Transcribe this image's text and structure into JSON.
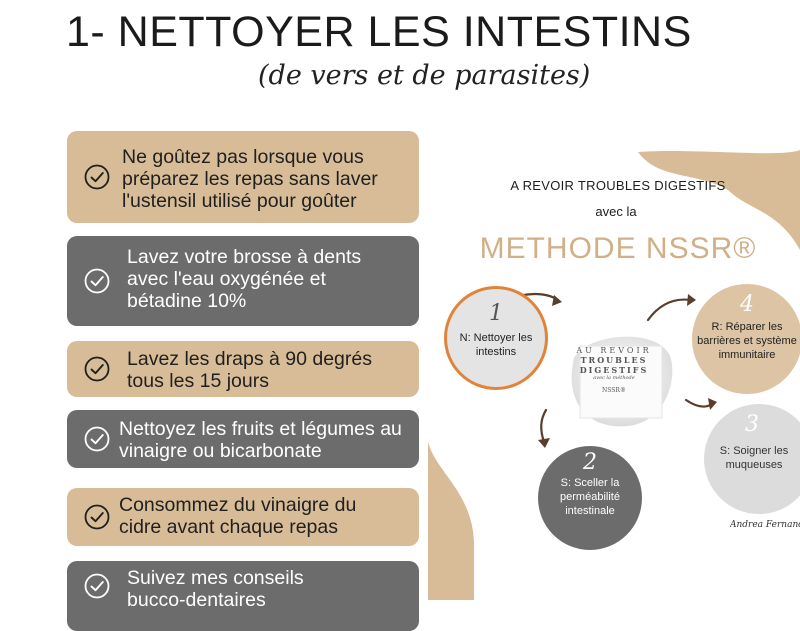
{
  "header": {
    "title": "1- NETTOYER LES INTESTINS",
    "subtitle": "(de vers et de parasites)"
  },
  "tips": [
    {
      "text": "Ne goûtez pas lorsque vous préparez les repas sans laver l'ustensil utilisé pour goûter",
      "style": "beige"
    },
    {
      "text": "Lavez votre brosse à dents avec l'eau oxygénée et bétadine 10%",
      "style": "grey"
    },
    {
      "text": "Lavez les draps à 90 degrés tous les 15 jours",
      "style": "beige"
    },
    {
      "text": "Nettoyez les fruits et légumes au vinaigre ou bicarbonate",
      "style": "grey"
    },
    {
      "text": "Consommez du vinaigre du cidre avant chaque repas",
      "style": "beige"
    },
    {
      "text": "Suivez mes conseils bucco-dentaires",
      "style": "grey"
    }
  ],
  "icons": {
    "tip_icon": "check-circle-icon"
  },
  "colors": {
    "beige": "#d8bc98",
    "grey": "#6c6c6c",
    "accent_orange": "#e0843a",
    "gold_text": "#d1b088"
  },
  "infographic": {
    "heading_line1": "A REVOIR TROUBLES DIGESTIFS",
    "heading_line2": "avec la",
    "method": "METHODE NSSR®",
    "steps": [
      {
        "number": "1",
        "label": "N: Nettoyer les intestins"
      },
      {
        "number": "2",
        "label": "S: Sceller la perméabilité intestinale"
      },
      {
        "number": "3",
        "label": "S: Soigner les muqueuses"
      },
      {
        "number": "4",
        "label": "R: Réparer les barrières et système immunitaire"
      }
    ],
    "book": {
      "line1": "AU REVOIR",
      "line2": "TROUBLES",
      "line3": "DIGESTIFS",
      "line4": "avec la méthode",
      "line5": "NSSR®"
    },
    "signature": "Andrea Fernandez In"
  }
}
